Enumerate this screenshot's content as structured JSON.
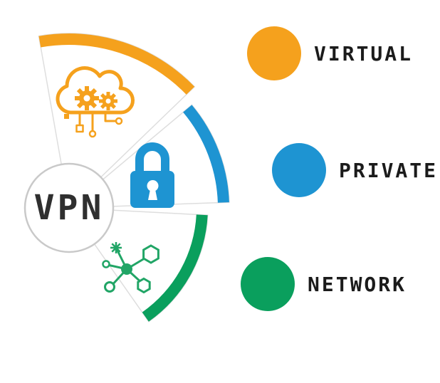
{
  "hub": {
    "label": "VPN"
  },
  "colors": {
    "orange": "#F5A11D",
    "blue": "#1E94D2",
    "green": "#0A9F5D",
    "icon_green": "#21A566",
    "outline_gray": "#DEDEDE",
    "text_dark": "#1B1B1B"
  },
  "wedges": [
    {
      "name": "virtual",
      "color": "#F5A11D",
      "icon": "cloud-gears-icon"
    },
    {
      "name": "private",
      "color": "#1E94D2",
      "icon": "padlock-icon"
    },
    {
      "name": "network",
      "color": "#0A9F5D",
      "icon": "network-nodes-icon"
    }
  ],
  "legend": [
    {
      "label": "VIRTUAL",
      "color": "#F5A11D"
    },
    {
      "label": "PRIVATE",
      "color": "#1E94D2"
    },
    {
      "label": "NETWORK",
      "color": "#0A9F5D"
    }
  ]
}
